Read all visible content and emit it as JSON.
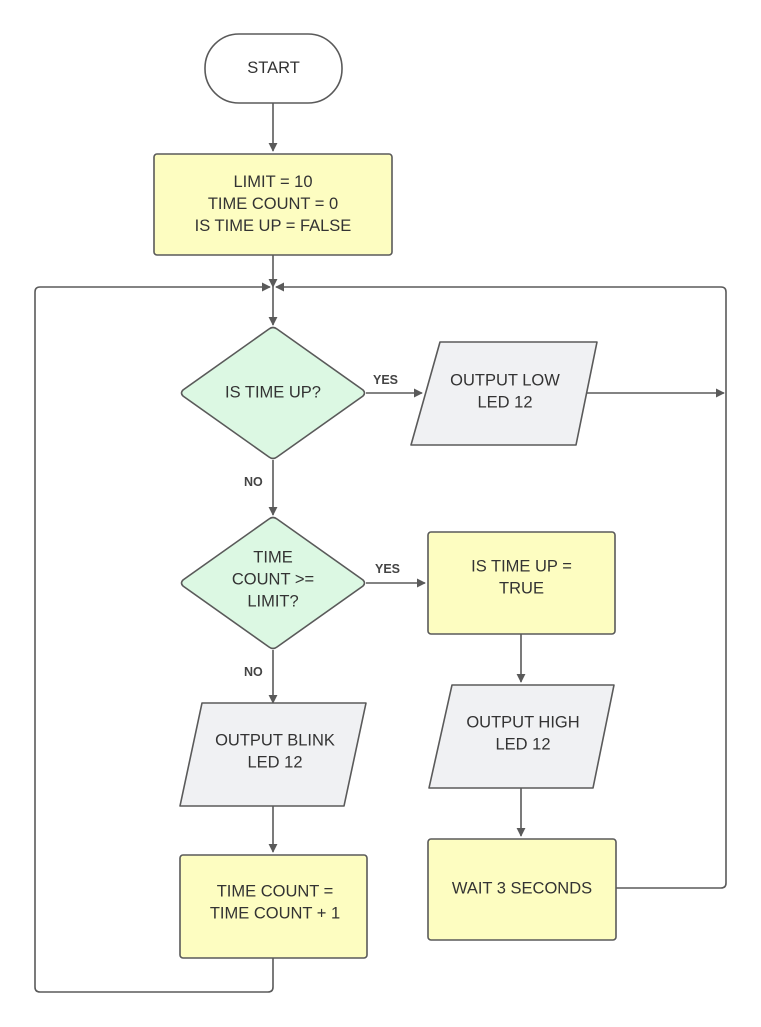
{
  "colors": {
    "process_fill": "#fdfdc1",
    "decision_fill": "#dcf8e3",
    "io_fill": "#f0f1f3",
    "terminal_fill": "#ffffff",
    "stroke": "#5a5a5a",
    "text": "#333333"
  },
  "nodes": {
    "start": {
      "lines": [
        "START"
      ]
    },
    "init": {
      "lines": [
        "LIMIT = 10",
        "TIME COUNT = 0",
        "IS TIME UP = FALSE"
      ]
    },
    "is_time_up": {
      "lines": [
        "IS TIME UP?"
      ]
    },
    "output_low": {
      "lines": [
        "OUTPUT LOW",
        "LED 12"
      ]
    },
    "count_check": {
      "lines": [
        "TIME",
        "COUNT >=",
        "LIMIT?"
      ]
    },
    "set_time_up": {
      "lines": [
        "IS TIME UP =",
        "TRUE"
      ]
    },
    "output_blink": {
      "lines": [
        "OUTPUT BLINK",
        "LED 12"
      ]
    },
    "output_high": {
      "lines": [
        "OUTPUT HIGH",
        "LED 12"
      ]
    },
    "increment": {
      "lines": [
        "TIME COUNT =",
        "TIME COUNT + 1"
      ]
    },
    "wait": {
      "lines": [
        "WAIT 3 SECONDS"
      ]
    }
  },
  "edge_labels": {
    "is_time_up_yes": "YES",
    "is_time_up_no": "NO",
    "count_check_yes": "YES",
    "count_check_no": "NO"
  }
}
